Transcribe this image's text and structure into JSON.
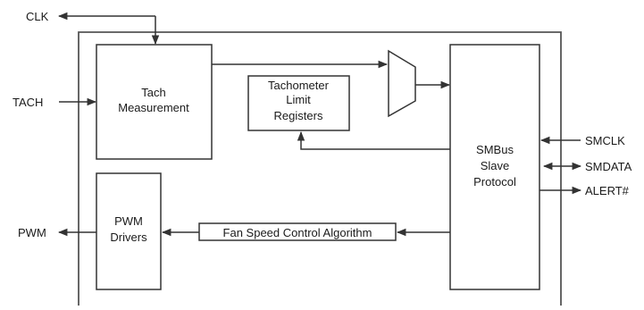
{
  "signals": {
    "clk": "CLK",
    "tach": "TACH",
    "pwm": "PWM",
    "smclk": "SMCLK",
    "smdata": "SMDATA",
    "alert": "ALERT#"
  },
  "blocks": {
    "tach_measurement": [
      "Tach",
      "Measurement"
    ],
    "tachometer_limit_registers": [
      "Tachometer",
      "Limit",
      "Registers"
    ],
    "smbus_slave_protocol": [
      "SMBus",
      "Slave",
      "Protocol"
    ],
    "pwm_drivers": [
      "PWM",
      "Drivers"
    ],
    "fan_speed_control_algorithm": "Fan Speed Control Algorithm"
  }
}
